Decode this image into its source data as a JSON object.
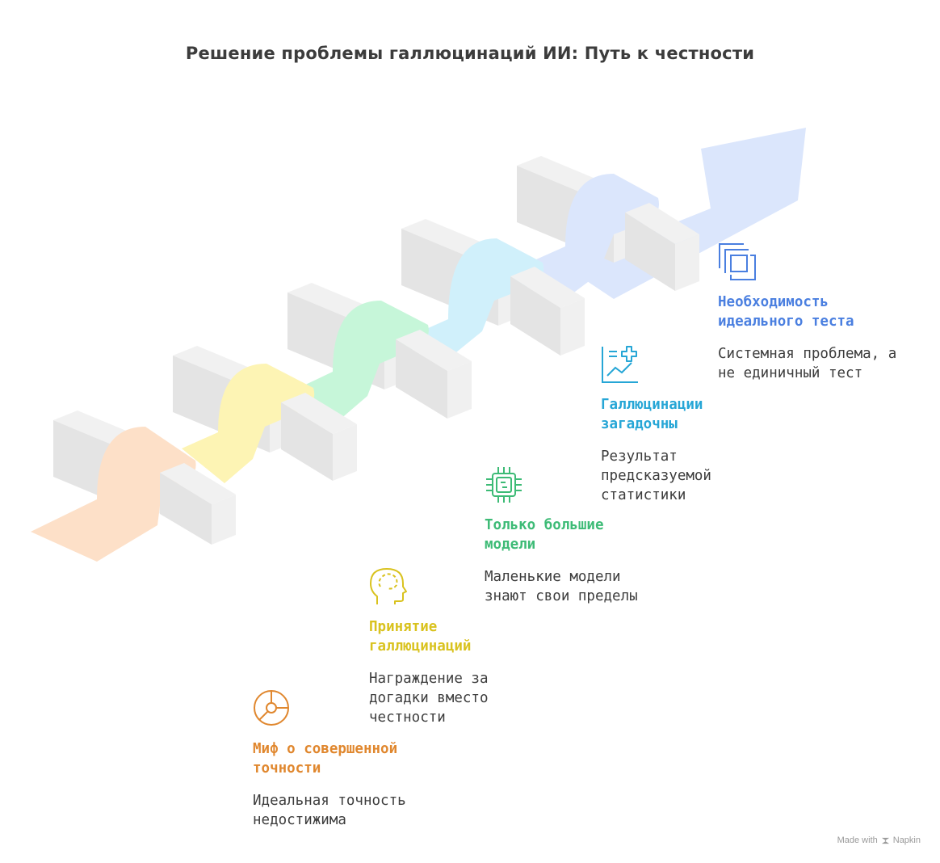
{
  "title": "Решение проблемы галлюцинаций ИИ: Путь к честности",
  "steps": [
    {
      "title": "Миф о совершенной\nточности",
      "description": "Идеальная точность\nнедостижима",
      "color": "#e0872e",
      "band_color": "#fde0c8",
      "icon": "pie-chart-icon"
    },
    {
      "title": "Принятие\nгаллюцинаций",
      "description": "Награждение за\nдогадки вместо\nчестности",
      "color": "#d9c21e",
      "band_color": "#fdf4b4",
      "icon": "head-brain-icon"
    },
    {
      "title": "Только большие\nмодели",
      "description": "Маленькие модели\nзнают свои пределы",
      "color": "#3dbb76",
      "band_color": "#c6f6d9",
      "icon": "chip-icon"
    },
    {
      "title": "Галлюцинации\nзагадочны",
      "description": "Результат\nпредсказуемой\nстатистики",
      "color": "#26a6d6",
      "band_color": "#d0f0fb",
      "icon": "chart-plus-icon"
    },
    {
      "title": "Необходимость\nидеального теста",
      "description": "Системная проблема, а\nне единичный тест",
      "color": "#4a7fe0",
      "band_color": "#dbe6fc",
      "icon": "layers-icon"
    }
  ],
  "footer": {
    "made_with": "Made with",
    "brand": "Napkin"
  }
}
